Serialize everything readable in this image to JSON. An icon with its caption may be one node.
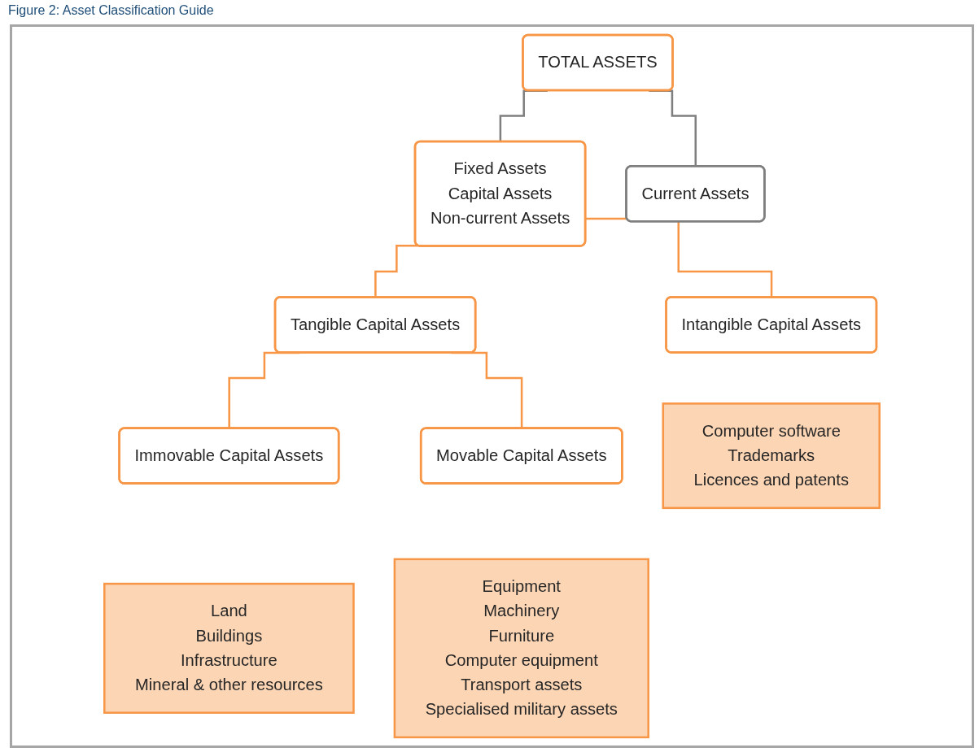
{
  "diagram": {
    "title": "Figure 2: Asset Classification Guide",
    "nodes": [
      {
        "text": [
          "TOTAL ASSETS"
        ]
      },
      {
        "text": [
          "Fixed Assets",
          "Capital Assets",
          "Non-current Assets"
        ]
      },
      {
        "text": [
          "Current Assets"
        ]
      },
      {
        "text": [
          "Tangible Capital Assets"
        ]
      },
      {
        "text": [
          "Intangible Capital Assets"
        ]
      },
      {
        "text": [
          "Immovable Capital Assets"
        ]
      },
      {
        "text": [
          "Movable Capital Assets"
        ]
      },
      {
        "text": [
          "Land",
          "Buildings",
          "Infrastructure",
          "Mineral & other resources"
        ]
      },
      {
        "text": [
          "Equipment",
          "Machinery",
          "Furniture",
          "Computer equipment",
          "Transport assets",
          "Specialised military assets"
        ]
      },
      {
        "text": [
          "Computer software",
          "Trademarks",
          "Licences and patents"
        ]
      }
    ],
    "edges": [
      {
        "from": 0,
        "to": 1,
        "arrow": "none",
        "color": "#7f7f7f"
      },
      {
        "from": 0,
        "to": 2,
        "arrow": "none",
        "color": "#7f7f7f"
      },
      {
        "from": 1,
        "to": 3,
        "arrow": "none"
      },
      {
        "from": 1,
        "to": 4,
        "arrow": "none"
      },
      {
        "from": 3,
        "to": 5,
        "arrow": "none"
      },
      {
        "from": 3,
        "to": 6,
        "arrow": "none"
      }
    ]
  }
}
